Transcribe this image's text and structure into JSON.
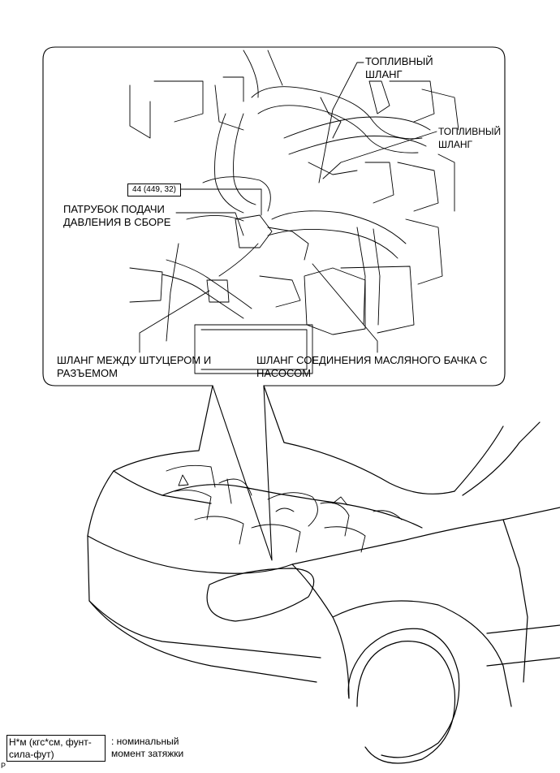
{
  "labels": {
    "fuel_hose_1": "ТОПЛИВНЫЙ\nШЛАНГ",
    "fuel_hose_2": "ТОПЛИВНЫЙ\nШЛАНГ",
    "pressure_pipe": "ПАТРУБОК ПОДАЧИ\nДАВЛЕНИЯ В СБОРЕ",
    "union_hose": "ШЛАНГ МЕЖДУ ШТУЦЕРОМ И\nРАЗЪЕМОМ",
    "reservoir_hose": "ШЛАНГ СОЕДИНЕНИЯ МАСЛЯНОГО БАЧКА С\nНАСОСОМ"
  },
  "torque": "44 (449, 32)",
  "legend": {
    "box": "Н*м (кгс*см, фунт-\nсила-фут)",
    "text": ": номинальный\nмомент затяжки"
  },
  "corner_mark": "P"
}
